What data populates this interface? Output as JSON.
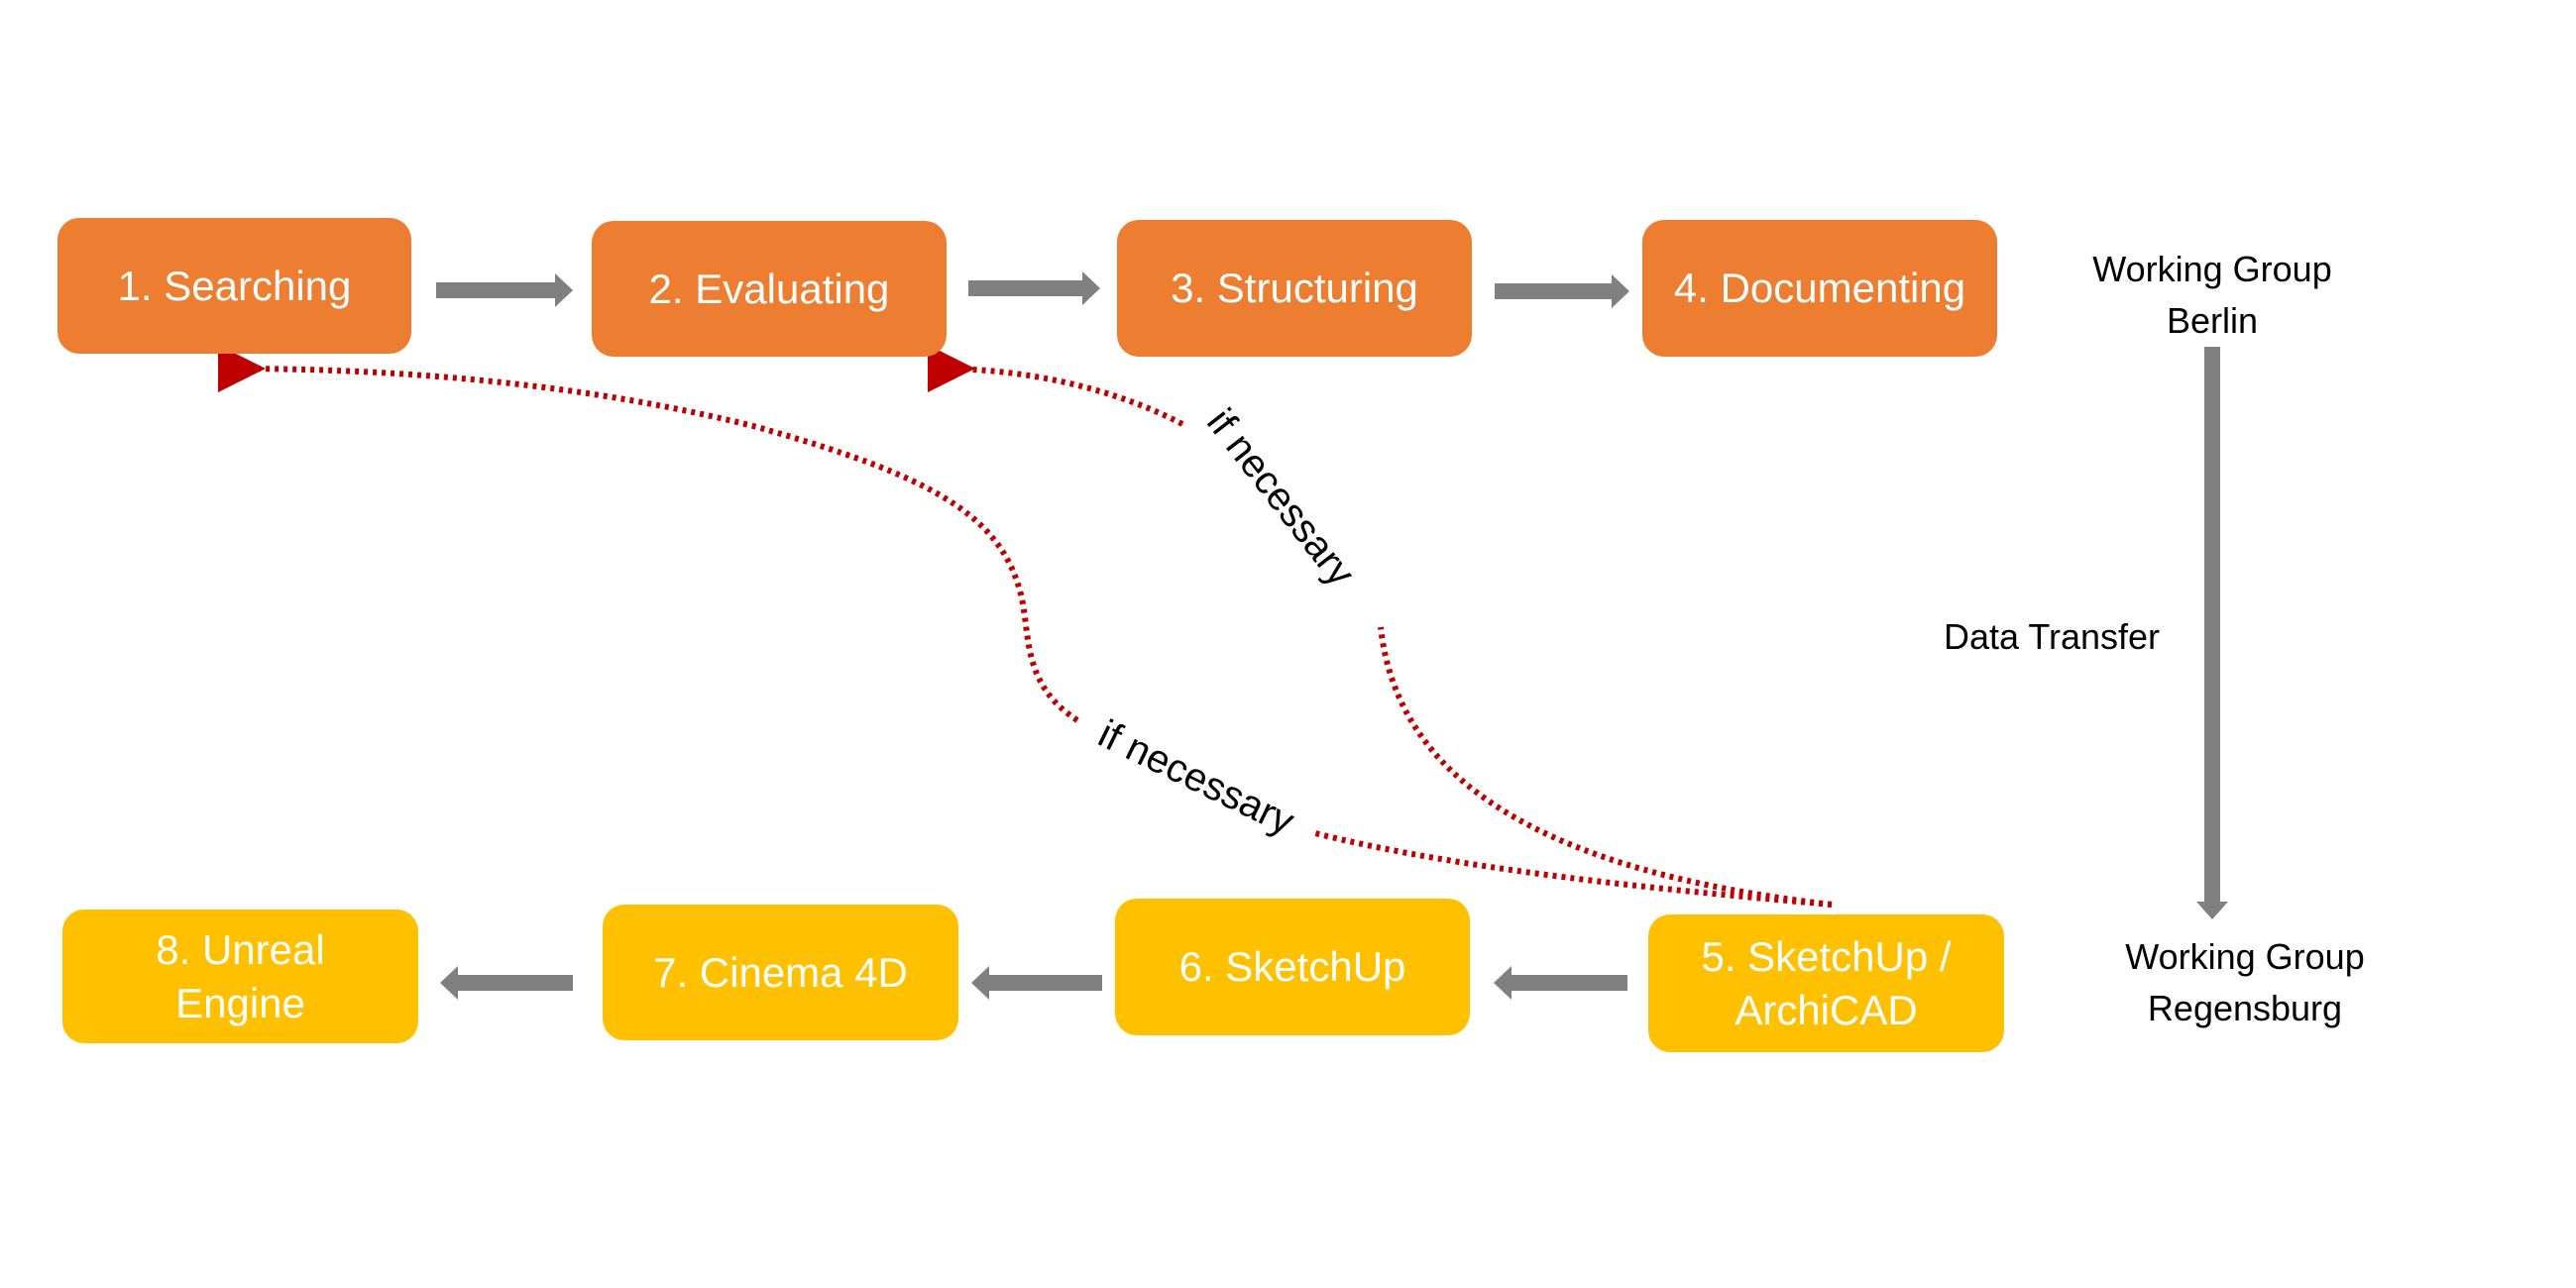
{
  "top_row": [
    {
      "label": "1. Searching"
    },
    {
      "label": "2. Evaluating"
    },
    {
      "label": "3. Structuring"
    },
    {
      "label": "4. Documenting"
    }
  ],
  "bottom_row": [
    {
      "label": "5. SketchUp / ArchiCAD"
    },
    {
      "label": "6. SketchUp"
    },
    {
      "label": "7. Cinema 4D"
    },
    {
      "label": "8. Unreal Engine"
    }
  ],
  "groups": {
    "berlin_line1": "Working Group",
    "berlin_line2": "Berlin",
    "regensburg_line1": "Working Group",
    "regensburg_line2": "Regensburg"
  },
  "data_transfer": "Data Transfer",
  "feedback_labels": {
    "upper": "if necessary",
    "lower": "if necessary"
  },
  "colors": {
    "berlin_steps": "#ED7D31",
    "regensburg_steps": "#FFC000",
    "flow_arrow": "#808080",
    "feedback_arrow": "#C00000"
  }
}
